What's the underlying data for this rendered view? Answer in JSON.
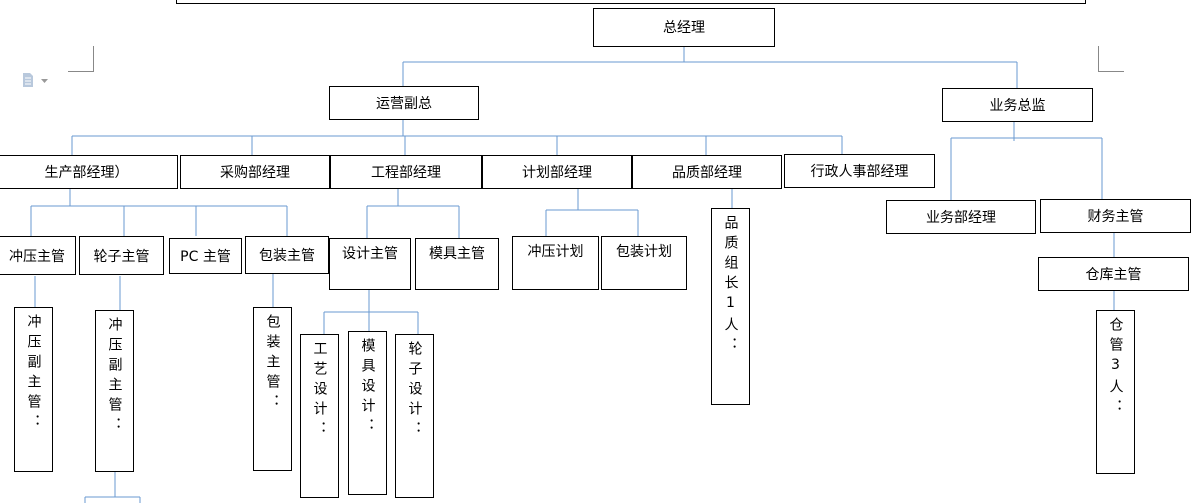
{
  "colors": {
    "connector": "#6a9ad0",
    "border": "#000000"
  },
  "icons": {
    "doc": "document-icon",
    "caret": "caret-down-icon"
  },
  "chart": {
    "root": "总经理",
    "level2": {
      "ops": "运营副总",
      "biz": "业务总监"
    },
    "ops_depts": {
      "production": "生产部经理）",
      "purchasing": "采购部经理",
      "engineering": "工程部经理",
      "planning": "计划部经理",
      "quality": "品质部经理",
      "admin_hr": "行政人事部经理"
    },
    "biz_depts": {
      "sales": "业务部经理",
      "finance": "财务主管",
      "warehouse": "仓库主管"
    },
    "production_units": {
      "stamping": "冲压主管",
      "wheel": "轮子主管",
      "pc": "PC 主管",
      "packing": "包装主管"
    },
    "engineering_units": {
      "design": "设计主管",
      "mold": "模具主管"
    },
    "planning_units": {
      "stamping_plan": "冲压计划",
      "packing_plan": "包装计划"
    },
    "vertical": {
      "stamping_deputy_1": "冲压副主管：",
      "stamping_deputy_2": "冲压副主管：",
      "packing_super": "包装主管：",
      "process_design": "工艺设计：",
      "mold_design": "模具设计：",
      "wheel_design": "轮子设计：",
      "quality_leader": "品质组长1人：",
      "keeper": "仓管3人："
    }
  }
}
